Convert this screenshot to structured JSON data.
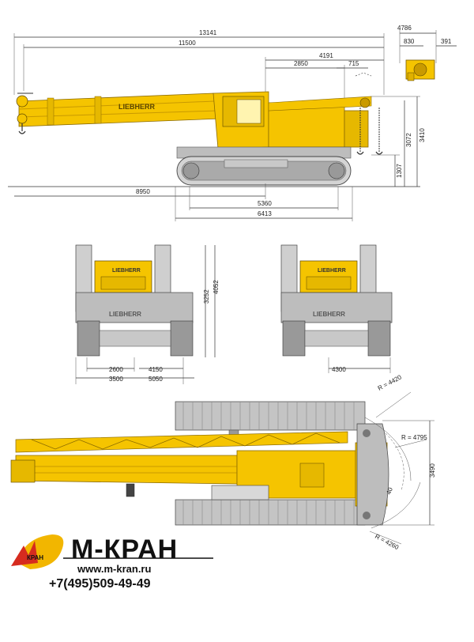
{
  "side_view": {
    "dims": {
      "total_length": "13141",
      "boom_length": "11500",
      "rear_width": "4786",
      "rear_830": "830",
      "rear_391": "391",
      "d4191": "4191",
      "d2850": "2850",
      "d715": "715",
      "h3410": "3410",
      "h3072": "3072",
      "h1307": "1307",
      "d8950": "8950",
      "d5360": "5360",
      "d6413": "6413"
    }
  },
  "front_views": {
    "brand": "LIEBHERR",
    "dims": {
      "h3252": "3252",
      "h4052": "4052",
      "w2600": "2600",
      "w4150": "4150",
      "w3500": "3500",
      "w5050": "5050",
      "w4300": "4300"
    }
  },
  "top_view": {
    "dims": {
      "r4420": "R = 4420",
      "r4795": "R = 4795",
      "r4260": "R = 4260",
      "w3490": "3490",
      "d40": "40"
    }
  },
  "footer": {
    "logo_text": "М-КРАН",
    "logo_small": "КРАН",
    "url": "www.m-kran.ru",
    "phone": "+7(495)509-49-49"
  },
  "colors": {
    "crane_yellow": "#f5c400",
    "crane_dark_yellow": "#c99a00",
    "track_gray": "#9a9a9a",
    "logo_red": "#d62b1f",
    "logo_yellow": "#f2b600"
  }
}
